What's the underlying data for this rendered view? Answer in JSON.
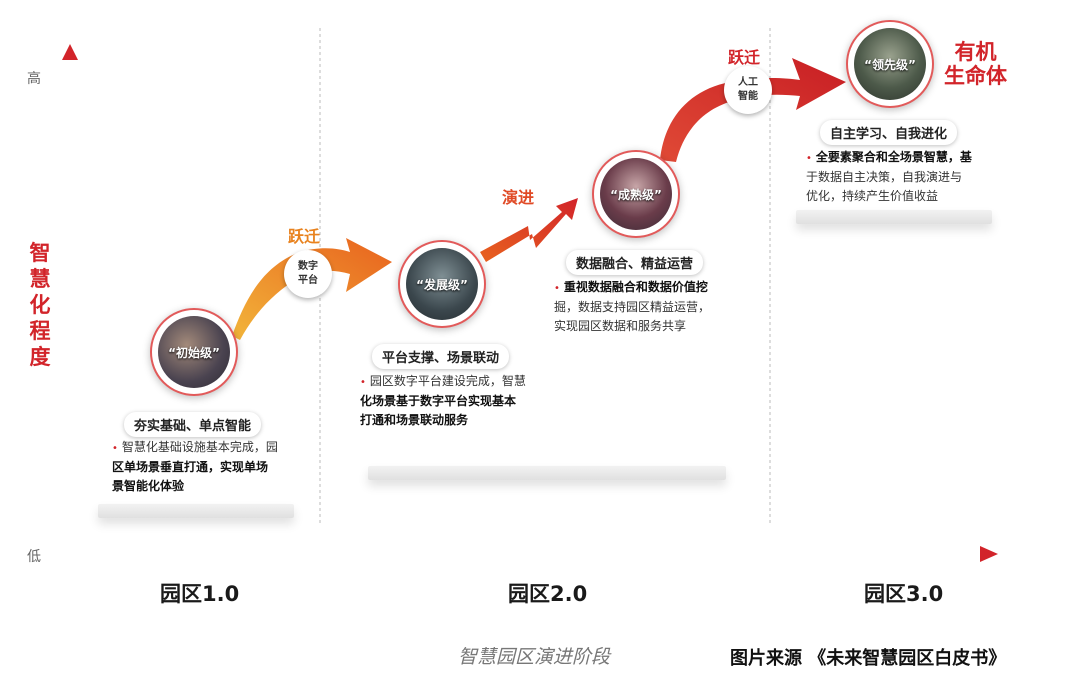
{
  "axis": {
    "high": "高",
    "low": "低",
    "y_label": [
      "智",
      "慧",
      "化",
      "程",
      "度"
    ]
  },
  "stages": [
    {
      "title": "园区1.0",
      "level": "“初始级”",
      "subtitle": "夯实基础、单点智能",
      "desc_lines": [
        "智慧化基础设施基本完成，园",
        "区单场景垂直打通，实现单场",
        "景智能化体验"
      ]
    },
    {
      "title": "园区2.0",
      "level": "“发展级”",
      "subtitle": "平台支撑、场景联动",
      "desc_lines": [
        "园区数字平台建设完成，智慧",
        "化场景基于数字平台实现基本",
        "打通和场景联动服务"
      ]
    },
    {
      "level": "“成熟级”",
      "subtitle": "数据融合、精益运营",
      "desc_lines": [
        "重视数据融合和数据价值挖",
        "掘，数据支持园区精益运营，",
        "实现园区数据和服务共享"
      ]
    },
    {
      "title": "园区3.0",
      "level": "“领先级”",
      "subtitle": "自主学习、自我进化",
      "desc_lines": [
        "全要素聚合和全场景智慧，基",
        "于数据自主决策，自我演进与",
        "优化，持续产生价值收益"
      ]
    }
  ],
  "transitions": [
    {
      "label": "跃迁",
      "badge": [
        "数字",
        "平台"
      ],
      "color": "#e8821e"
    },
    {
      "label": "演进",
      "color": "#e04a26"
    },
    {
      "label": "跃迁",
      "badge": [
        "人工",
        "智能"
      ],
      "color": "#d2242a"
    }
  ],
  "organic": [
    "有机",
    "生命体"
  ],
  "caption": "智慧园区演进阶段",
  "source": "图片来源 《未来智慧园区白皮书》",
  "colors": {
    "accent": "#d2242a",
    "orange": "#e8821e"
  }
}
